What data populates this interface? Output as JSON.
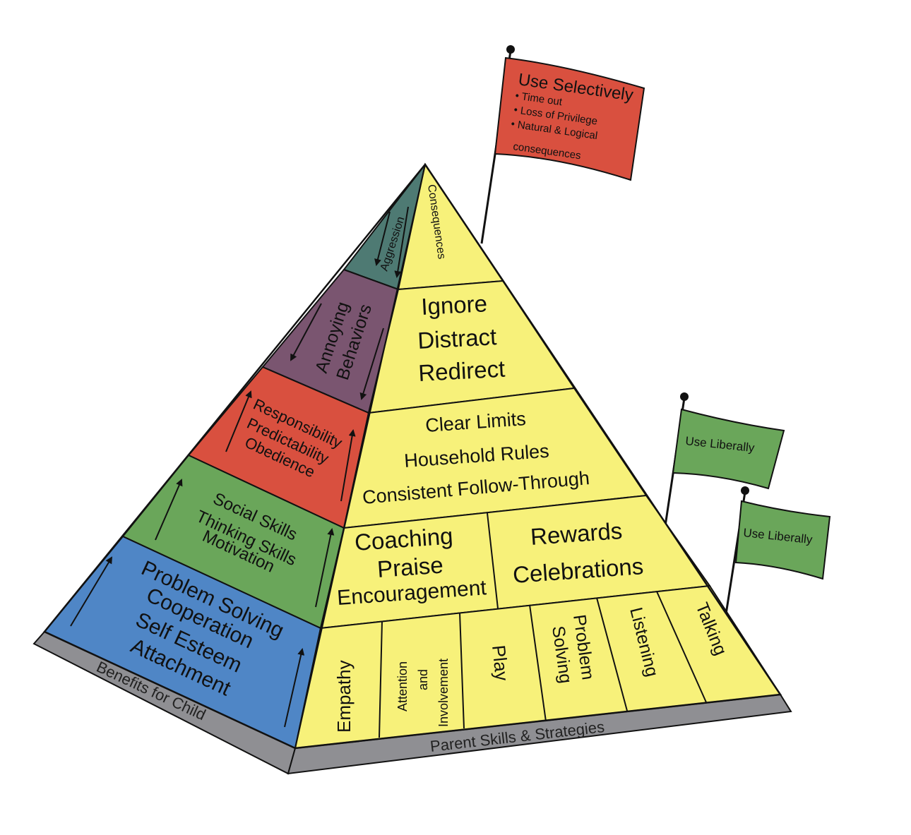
{
  "colors": {
    "yellow": "#f7f17a",
    "teal": "#4e7a73",
    "purple": "#7a5570",
    "red": "#d9503f",
    "green": "#6aa65a",
    "blue": "#4f86c6",
    "base_gray": "#8f8f93",
    "flag_red": "#d9503f",
    "flag_green": "#6aa65a"
  },
  "left_face": {
    "aggression": "Aggression",
    "annoying": [
      "Annoying",
      "Behaviors"
    ],
    "responsibility": [
      "Responsibility",
      "Predictability",
      "Obedience"
    ],
    "social": [
      "Social Skills",
      "Thinking Skills",
      "Motivation"
    ],
    "problem": [
      "Problem Solving",
      "Cooperation",
      "Self Esteem",
      "Attachment"
    ],
    "base_label": "Benefits for Child"
  },
  "right_face": {
    "consequences": "Consequences",
    "ignore": [
      "Ignore",
      "Distract",
      "Redirect"
    ],
    "limits": [
      "Clear Limits",
      "Household Rules",
      "Consistent Follow-Through"
    ],
    "coaching": [
      "Coaching",
      "Praise",
      "Encouragement"
    ],
    "rewards": [
      "Rewards",
      "Celebrations"
    ],
    "bottom": {
      "empathy": "Empathy",
      "attention": [
        "Attention",
        "and",
        "Involvement"
      ],
      "play": "Play",
      "problem_solving": [
        "Problem",
        "Solving"
      ],
      "listening": "Listening",
      "talking": "Talking"
    },
    "base_label": "Parent Skills & Strategies"
  },
  "flags": {
    "selective": {
      "title": "Use Selectively",
      "items": [
        "• Time out",
        "• Loss of Privilege",
        "• Natural & Logical",
        "consequences"
      ]
    },
    "liberal_1": "Use Liberally",
    "liberal_2": "Use Liberally"
  }
}
